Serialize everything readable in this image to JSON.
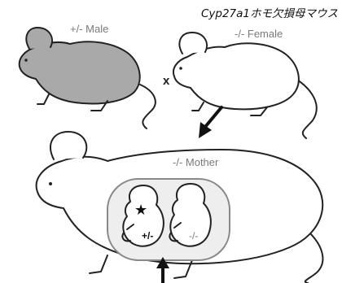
{
  "header": {
    "title": "Cyp27a1ホモ欠損母マウス"
  },
  "parents": {
    "male_label": "+/- Male",
    "cross_symbol": "x",
    "female_label": "-/- Female"
  },
  "mother": {
    "label": "-/- Mother"
  },
  "embryos": {
    "left_genotype": "+/-",
    "right_genotype": "-/-",
    "marker_symbol": "★"
  },
  "colors": {
    "male_fill": "#a9a9a9",
    "female_fill": "#ffffff",
    "outline": "#222222",
    "label_gray": "#7a7a7a",
    "uterus_outline": "#888888",
    "embryo_sac_fill": "#eeeeee"
  }
}
